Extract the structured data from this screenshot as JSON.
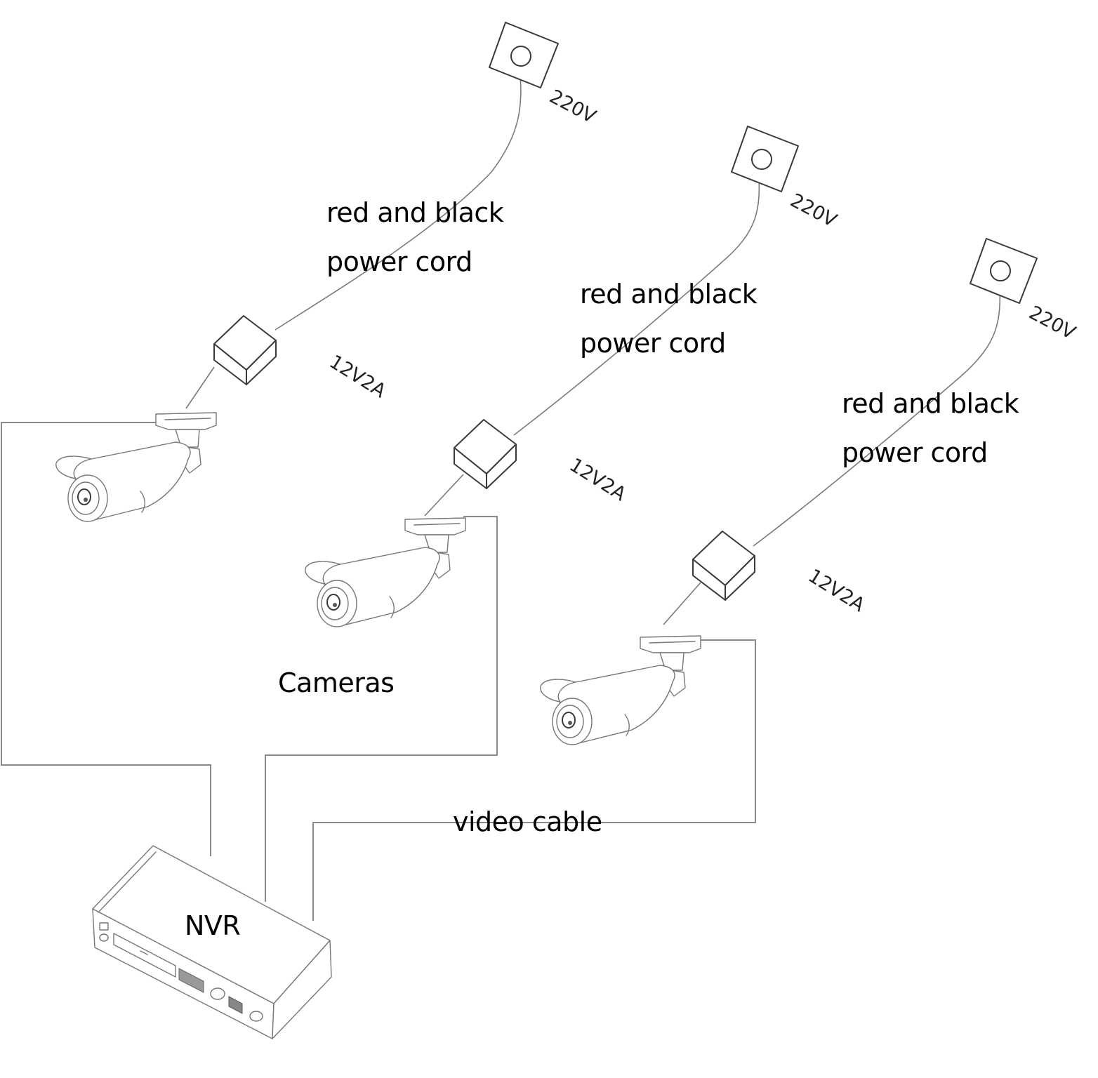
{
  "diagram": {
    "title": "NVR camera wiring diagram",
    "colors": {
      "background": "#ffffff",
      "label_text": "#000000",
      "line_art": "#3a3a3a",
      "cable": "#8a8a8a"
    },
    "cameras": [
      {
        "id": "camera-1",
        "outlet_label": "220V",
        "adapter_label": "12V2A",
        "cord_label_line1": "red and black",
        "cord_label_line2": "power cord"
      },
      {
        "id": "camera-2",
        "outlet_label": "220V",
        "adapter_label": "12V2A",
        "cord_label_line1": "red and black",
        "cord_label_line2": "power cord"
      },
      {
        "id": "camera-3",
        "outlet_label": "220V",
        "adapter_label": "12V2A",
        "cord_label_line1": "red and black",
        "cord_label_line2": "power cord"
      }
    ],
    "cameras_label": "Cameras",
    "video_cable_label": "video cable",
    "recorder_label": "NVR"
  }
}
